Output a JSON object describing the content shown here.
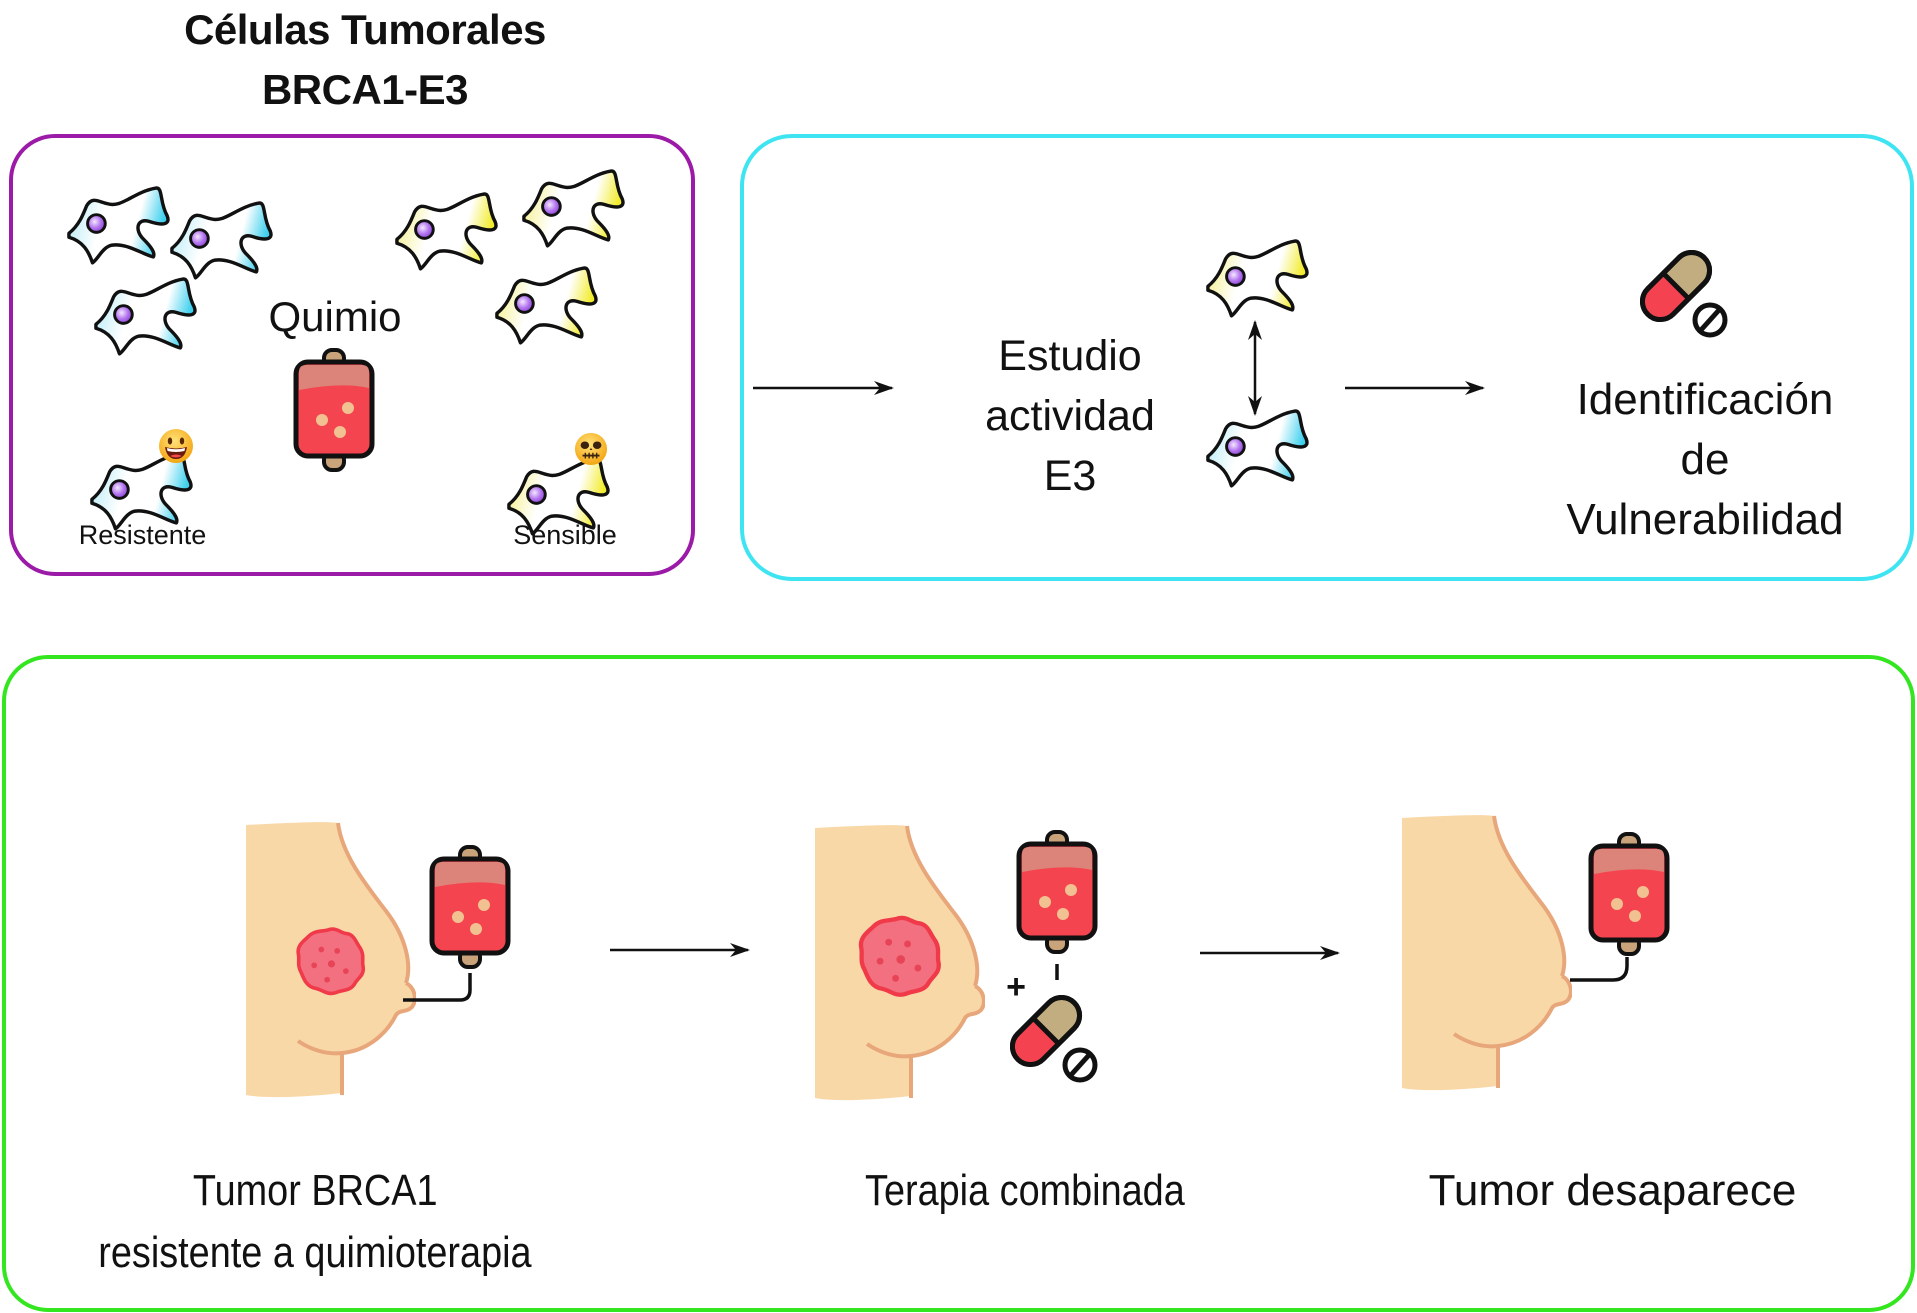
{
  "title": {
    "line1": "Células Tumorales",
    "line2": "BRCA1-E3"
  },
  "panel_cells": {
    "chemo_label": "Quimio",
    "resistant_label": "Resistente",
    "sensitive_label": "Sensible",
    "resistant_face": "happy-emoji",
    "sensitive_face": "dead-emoji"
  },
  "panel_study": {
    "study_lines": [
      "Estudio",
      "actividad",
      "E3"
    ],
    "result_lines": [
      "Identificación",
      "de",
      "Vulnerabilidad"
    ]
  },
  "panel_therapy": {
    "stage1_lines": [
      "Tumor BRCA1",
      "resistente a quimioterapia"
    ],
    "stage2_label": "Terapia combinada",
    "stage2_plus": "+",
    "stage3_label": "Tumor desaparece"
  },
  "colors": {
    "border_cells": "#9c1aa8",
    "border_study": "#3fe4f2",
    "border_therapy": "#33e61f",
    "resistant_cell": "#3fd0ee",
    "sensitive_cell": "#f2ec2c",
    "nucleus": "#b374ef",
    "iv_fluid": "#f4444f",
    "pill_red": "#f44250",
    "pill_tan": "#c2ad80",
    "skin": "#f9d8a8",
    "skin_outline": "#e8a77a",
    "tumor": "#f2707f",
    "tumor_outline": "#f03a4a"
  }
}
